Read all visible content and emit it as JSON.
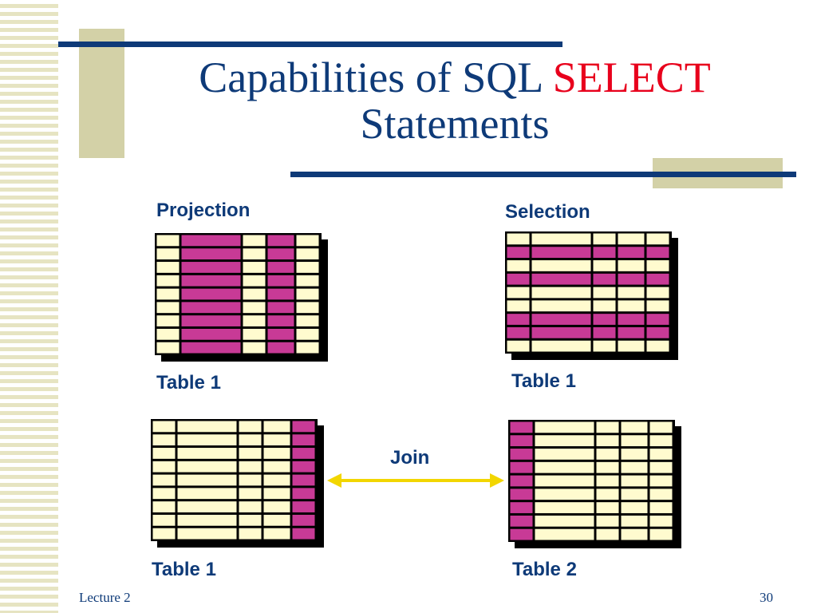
{
  "colors": {
    "title": "#0e3a78",
    "title_accent": "#e8001c",
    "cell_plain": "#fffbcf",
    "cell_highlight": "#c83a96",
    "arrow": "#f2d600"
  },
  "title": {
    "line1_part1": "Capabilities of SQL ",
    "line1_part2": "SELECT",
    "line2": "Statements"
  },
  "diagrams": {
    "projection": {
      "heading": "Projection",
      "caption": "Table 1",
      "highlight": "columns",
      "highlight_columns": [
        1,
        3
      ],
      "highlight_rows": []
    },
    "selection": {
      "heading": "Selection",
      "caption": "Table 1",
      "highlight": "rows",
      "highlight_columns": [],
      "highlight_rows": [
        1,
        3,
        6,
        7
      ]
    },
    "join_left": {
      "caption": "Table 1",
      "highlight": "columns",
      "highlight_columns": [
        4
      ],
      "highlight_rows": []
    },
    "join_right": {
      "caption": "Table 2",
      "highlight": "columns",
      "highlight_columns": [
        0
      ],
      "highlight_rows": []
    }
  },
  "join": {
    "label": "Join",
    "arrow_icon": "double-headed-arrow-icon"
  },
  "footer": {
    "left": "Lecture 2",
    "right": "30"
  }
}
